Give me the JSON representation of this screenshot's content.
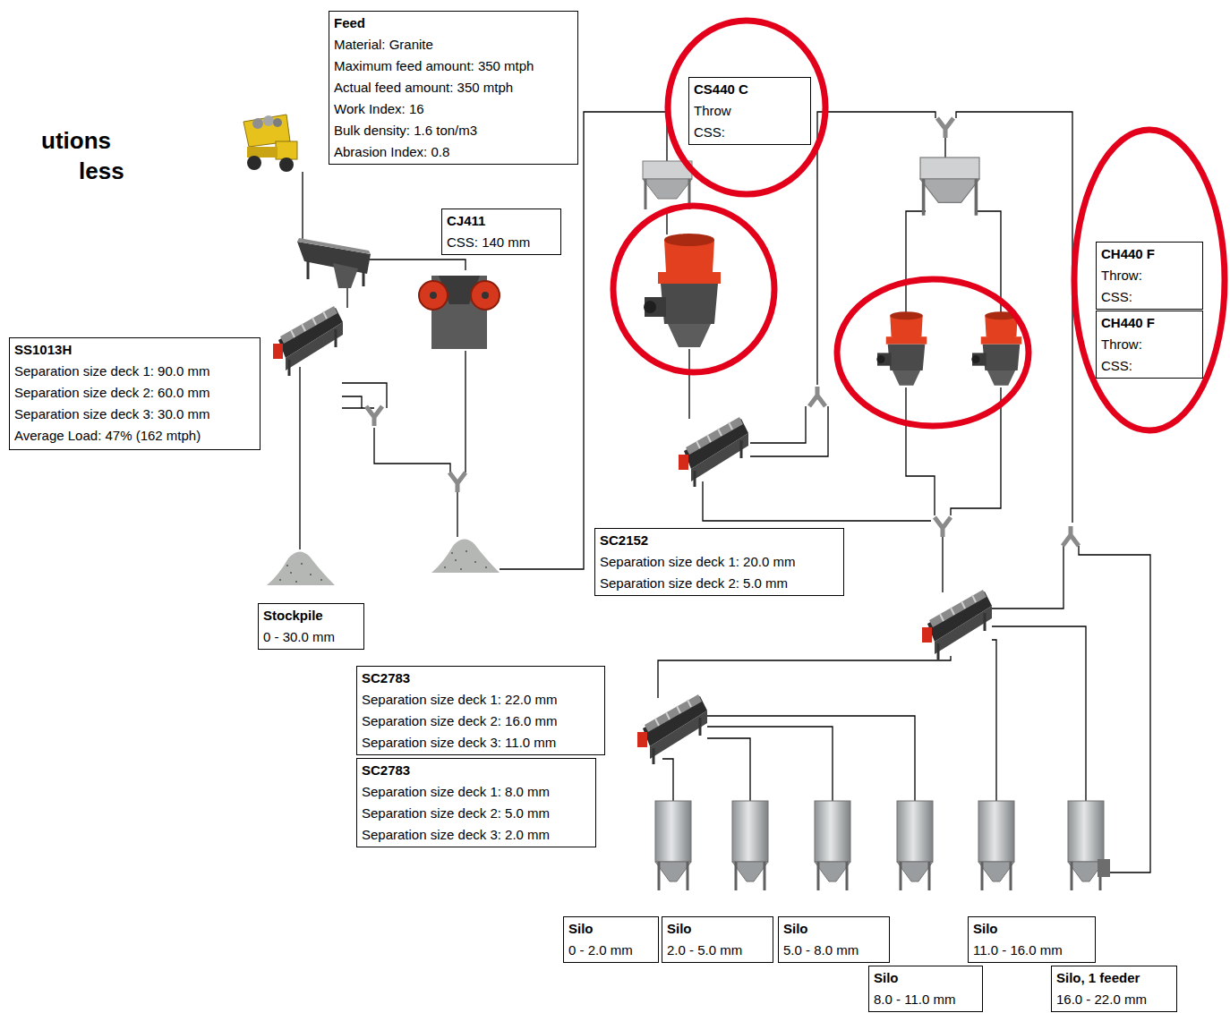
{
  "diagram": {
    "nodes": [
      {
        "text": [
          "Feed",
          "Material: Granite",
          "Maximum feed amount: 350 mtph",
          "Actual feed amount: 350 mtph",
          "Work Index: 16",
          "Bulk density: 1.6 ton/m3",
          "Abrasion Index: 0.8"
        ]
      },
      {
        "text": [
          "CS440 C",
          "Throw",
          "CSS:"
        ]
      },
      {
        "text": [
          "CJ411",
          "CSS: 140 mm"
        ]
      },
      {
        "text": [
          "CH440 F",
          "Throw:",
          "CSS:"
        ]
      },
      {
        "text": [
          "CH440 F",
          "Throw:",
          "CSS:"
        ]
      },
      {
        "text": [
          "SS1013H",
          "Separation size deck 1: 90.0 mm",
          "Separation size deck 2: 60.0 mm",
          "Separation size deck 3: 30.0 mm",
          "Average Load: 47% (162 mtph)"
        ]
      },
      {
        "text": [
          "SC2152",
          "Separation size deck 1: 20.0 mm",
          "Separation size deck 2: 5.0 mm"
        ]
      },
      {
        "text": [
          "Stockpile",
          "0 - 30.0 mm"
        ]
      },
      {
        "text": [
          "SC2783",
          "Separation size deck 1: 22.0 mm",
          "Separation size deck 2: 16.0 mm",
          "Separation size deck 3: 11.0 mm"
        ]
      },
      {
        "text": [
          "SC2783",
          "Separation size deck 1: 8.0 mm",
          "Separation size deck 2: 5.0 mm",
          "Separation size deck 3: 2.0 mm"
        ]
      },
      {
        "text": [
          "Silo",
          "0 - 2.0 mm"
        ]
      },
      {
        "text": [
          "Silo",
          "2.0 - 5.0 mm"
        ]
      },
      {
        "text": [
          "Silo",
          "5.0 - 8.0 mm"
        ]
      },
      {
        "text": [
          "Silo",
          "11.0 - 16.0 mm"
        ]
      },
      {
        "text": [
          "Silo",
          "8.0 - 11.0 mm"
        ]
      },
      {
        "text": [
          "Silo, 1 feeder",
          "16.0 - 22.0 mm"
        ]
      }
    ],
    "labels": [
      "utions",
      "less"
    ]
  }
}
